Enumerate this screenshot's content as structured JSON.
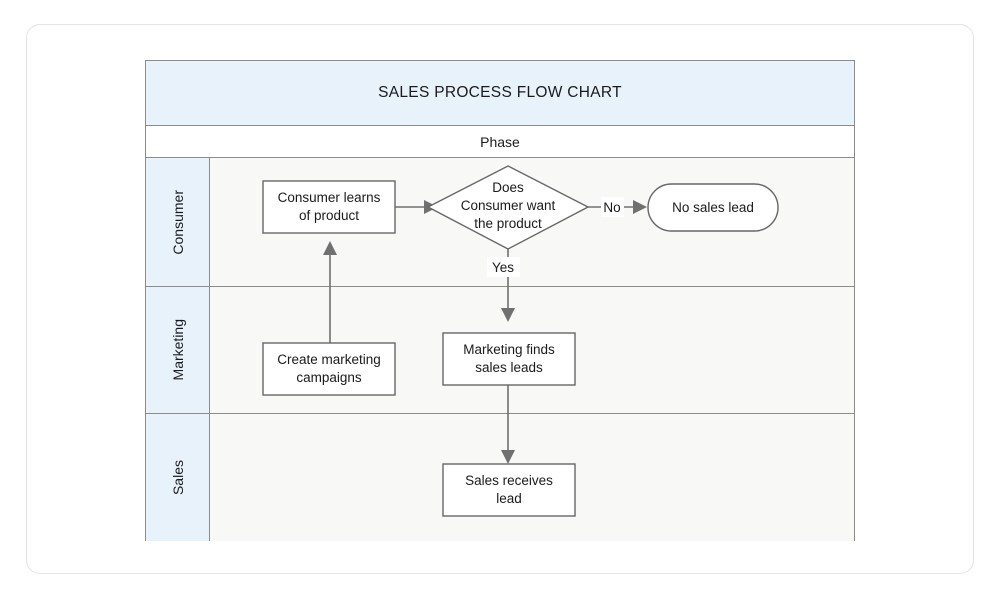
{
  "diagram": {
    "title": "SALES PROCESS FLOW CHART",
    "phase_header": "Phase",
    "accent_header_color": "#e8f2fb",
    "lane_body_color": "#f8f8f6",
    "border_color": "#8c8c8c",
    "connector_color": "#707070",
    "node_border_color": "#666666",
    "lanes": [
      {
        "id": "consumer",
        "label": "Consumer"
      },
      {
        "id": "marketing",
        "label": "Marketing"
      },
      {
        "id": "sales",
        "label": "Sales"
      }
    ],
    "nodes": [
      {
        "id": "consumer-learns",
        "shape": "process",
        "lane": "consumer",
        "line1": "Consumer learns",
        "line2": "of product"
      },
      {
        "id": "decision-want",
        "shape": "decision",
        "lane": "consumer",
        "line1": "Does",
        "line2": "Consumer want",
        "line3": "the product"
      },
      {
        "id": "no-sales-lead",
        "shape": "terminal",
        "lane": "consumer",
        "line1": "No sales lead"
      },
      {
        "id": "create-campaigns",
        "shape": "process",
        "lane": "marketing",
        "line1": "Create marketing",
        "line2": "campaigns"
      },
      {
        "id": "marketing-finds",
        "shape": "process",
        "lane": "marketing",
        "line1": "Marketing finds",
        "line2": "sales leads"
      },
      {
        "id": "sales-receives",
        "shape": "process",
        "lane": "sales",
        "line1": "Sales receives",
        "line2": "lead"
      }
    ],
    "edges": [
      {
        "id": "e-learns-to-decision",
        "from": "consumer-learns",
        "to": "decision-want",
        "label": ""
      },
      {
        "id": "e-decision-no",
        "from": "decision-want",
        "to": "no-sales-lead",
        "label": "No"
      },
      {
        "id": "e-decision-yes",
        "from": "decision-want",
        "to": "marketing-finds",
        "label": "Yes"
      },
      {
        "id": "e-campaigns-to-learns",
        "from": "create-campaigns",
        "to": "consumer-learns",
        "label": ""
      },
      {
        "id": "e-finds-to-sales",
        "from": "marketing-finds",
        "to": "sales-receives",
        "label": ""
      }
    ]
  }
}
